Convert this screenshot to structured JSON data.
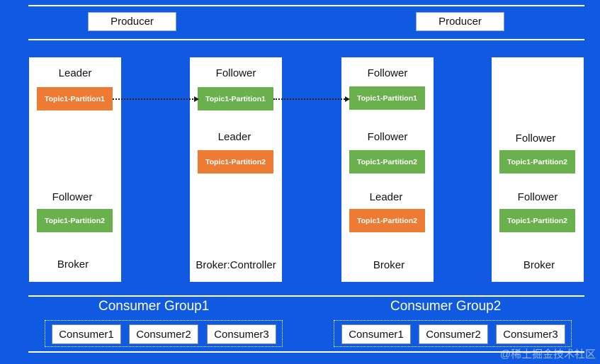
{
  "producers": [
    "Producer",
    "Producer"
  ],
  "brokers": [
    {
      "name": "Broker",
      "roles": [
        "Leader",
        "Follower"
      ],
      "partitions": [
        "Topic1-Partition1",
        "Topic1-Partition2"
      ]
    },
    {
      "name": "Broker:Controller",
      "roles": [
        "Follower",
        "Leader"
      ],
      "partitions": [
        "Topic1-Partition1",
        "Topic1-Partition2"
      ]
    },
    {
      "name": "Broker",
      "roles": [
        "Follower",
        "Follower",
        "Leader"
      ],
      "partitions": [
        "Topic1-Partition1",
        "Topic1-Partition2",
        "Topic1-Partition2"
      ]
    },
    {
      "name": "Broker",
      "roles": [
        "Follower",
        "Follower"
      ],
      "partitions": [
        "Topic1-Partition2",
        "Topic1-Partition2"
      ]
    }
  ],
  "groups": [
    {
      "title": "Consumer Group1",
      "consumers": [
        "Consumer1",
        "Consumer2",
        "Consumer3"
      ]
    },
    {
      "title": "Consumer Group2",
      "consumers": [
        "Consumer1",
        "Consumer2",
        "Consumer3"
      ]
    }
  ],
  "watermark": "@稀土掘金技术社区",
  "colors": {
    "background": "#0f5ae0",
    "leader": "#ee7b34",
    "follower": "#6ab04c"
  }
}
